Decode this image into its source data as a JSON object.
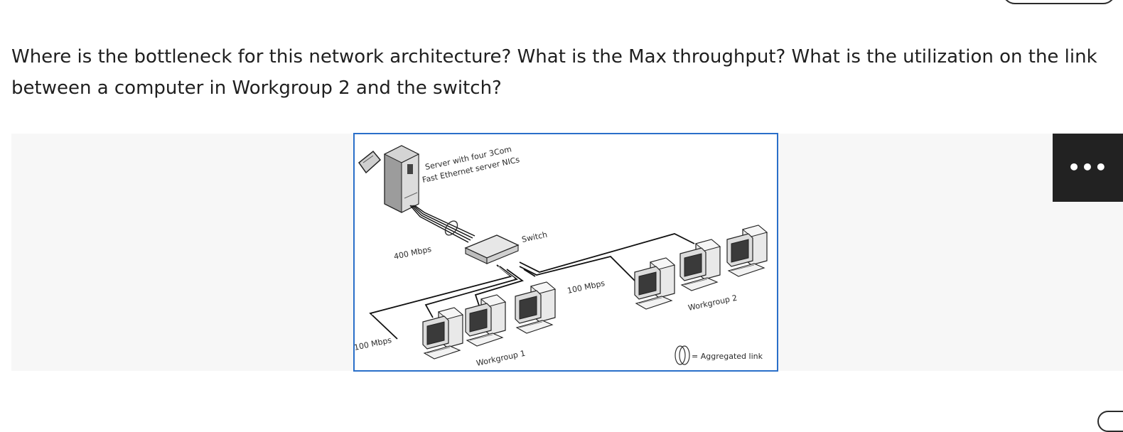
{
  "question": {
    "text": "Where is the bottleneck for this network architecture?  What is the Max throughput?  What is the utilization on the link between a computer in Workgroup 2 and the switch?"
  },
  "figure": {
    "server_caption_line1": "Server with four 3Com",
    "server_caption_line2": "Fast Ethernet server NICs",
    "label_400": "400 Mbps",
    "label_switch": "Switch",
    "label_100_mid": "100 Mbps",
    "label_100_left": "100 Mbps",
    "label_workgroup1": "Workgroup 1",
    "label_workgroup2": "Workgroup 2",
    "legend_text": "= Aggregated link"
  },
  "toolbar": {
    "more_label": "•••"
  }
}
